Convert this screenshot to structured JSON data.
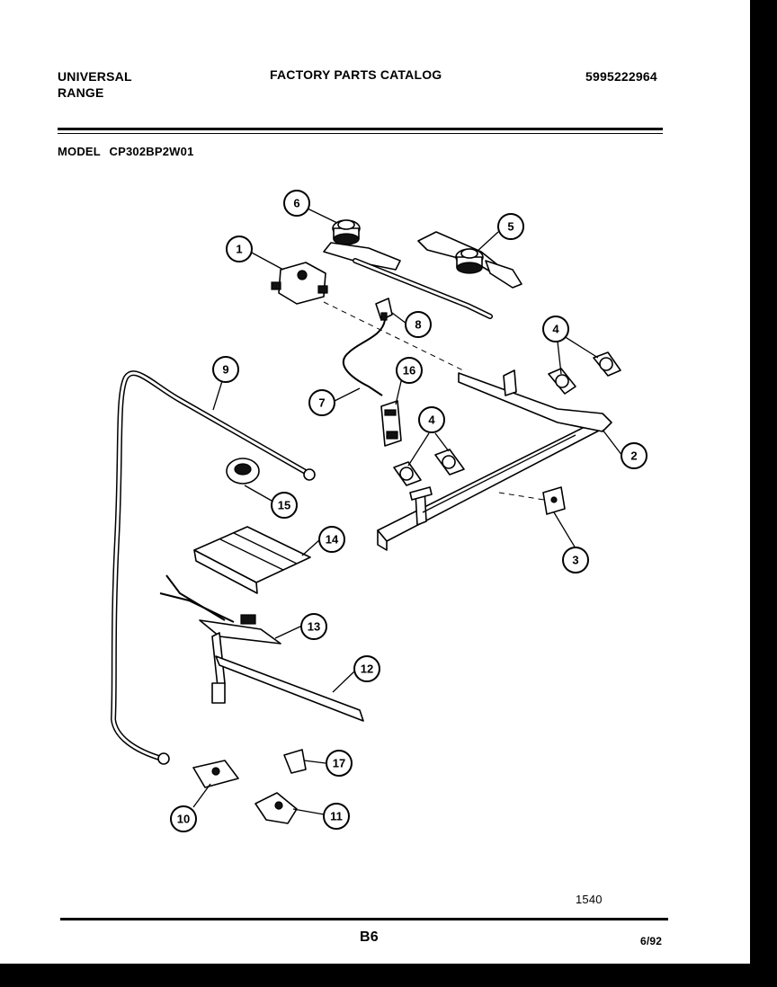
{
  "header": {
    "brand_line1": "UNIVERSAL",
    "brand_line2": "RANGE",
    "catalog_title": "FACTORY PARTS CATALOG",
    "catalog_number": "5995222964"
  },
  "model": {
    "label": "MODEL",
    "number": "CP302BP2W01"
  },
  "callouts": [
    "1",
    "2",
    "3",
    "4",
    "4",
    "5",
    "6",
    "7",
    "8",
    "9",
    "10",
    "11",
    "12",
    "13",
    "14",
    "15",
    "16",
    "17"
  ],
  "footer": {
    "figure_code": "1540",
    "page": "B6",
    "date": "6/92"
  }
}
